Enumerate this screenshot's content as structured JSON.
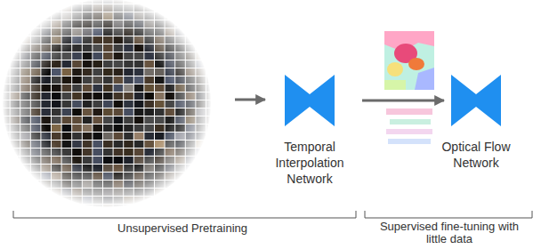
{
  "diagram": {
    "nodes": [
      {
        "text": [
          "Temporal Interpolation Network"
        ]
      },
      {
        "text": [
          "Optical Flow Network"
        ]
      }
    ],
    "edges": [
      {
        "from": 0,
        "to": 1,
        "arrow": "to"
      }
    ],
    "labels": [
      "Unsupervised Pretraining",
      "Supervised fine-tuning with little data"
    ]
  }
}
